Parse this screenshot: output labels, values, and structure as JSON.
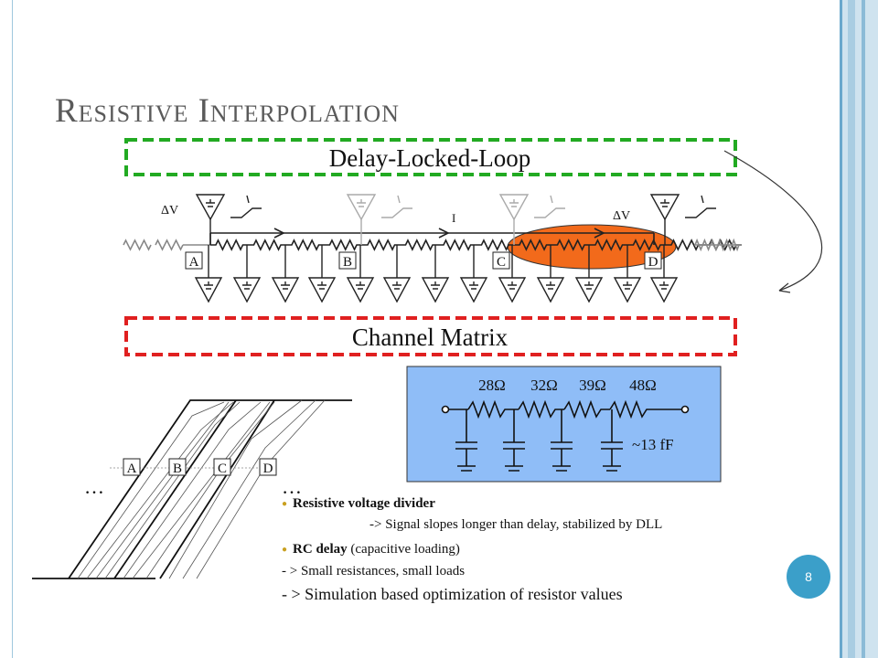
{
  "slide": {
    "title": "Resistive Interpolation",
    "page_number": "8"
  },
  "top_diagram": {
    "dll_label": "Delay-Locked-Loop",
    "channel_matrix_label": "Channel Matrix",
    "current_label": "I",
    "delta_v_label": "ΔV",
    "taps": [
      "A",
      "B",
      "C",
      "D"
    ]
  },
  "rc_diagram": {
    "resistors": [
      "28Ω",
      "32Ω",
      "39Ω",
      "48Ω"
    ],
    "capacitance": "~13 fF",
    "background": "#8fbdf7"
  },
  "slope_diagram": {
    "taps": [
      "A",
      "B",
      "C",
      "D"
    ],
    "ellipsis_left": "…",
    "ellipsis_right": "…"
  },
  "bullets": {
    "item1_title": "Resistive voltage divider",
    "item1_sub": "-> Signal slopes longer than delay, stabilized by DLL",
    "item2_title": "RC delay",
    "item2_rest": " (capacitive loading)",
    "item2_sub": "- > Small resistances, small loads",
    "item3": "- > Simulation based optimization of resistor values"
  },
  "colors": {
    "dll_border": "#22aa22",
    "channel_border": "#e02020",
    "highlight": "#f26a1b",
    "badge": "#3b9fc9"
  }
}
